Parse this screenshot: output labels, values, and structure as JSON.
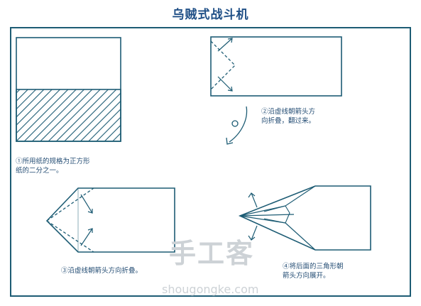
{
  "title": "乌贼式战斗机",
  "steps": [
    {
      "num": "①",
      "text": "所用纸的规格为正方形\n纸的二分之一。"
    },
    {
      "num": "②",
      "text": "沿虚线朝箭头方\n向折叠，翻过来。"
    },
    {
      "num": "③",
      "text": "沿虚线朝箭头方向折叠。"
    },
    {
      "num": "④",
      "text": "将后面的三角形朝\n箭头方向展开。"
    }
  ],
  "watermark": {
    "cn": "手工客",
    "url": "shougongke.com"
  },
  "colors": {
    "line": "#1d5c74",
    "text": "#244d74",
    "title": "#1f4f86"
  }
}
